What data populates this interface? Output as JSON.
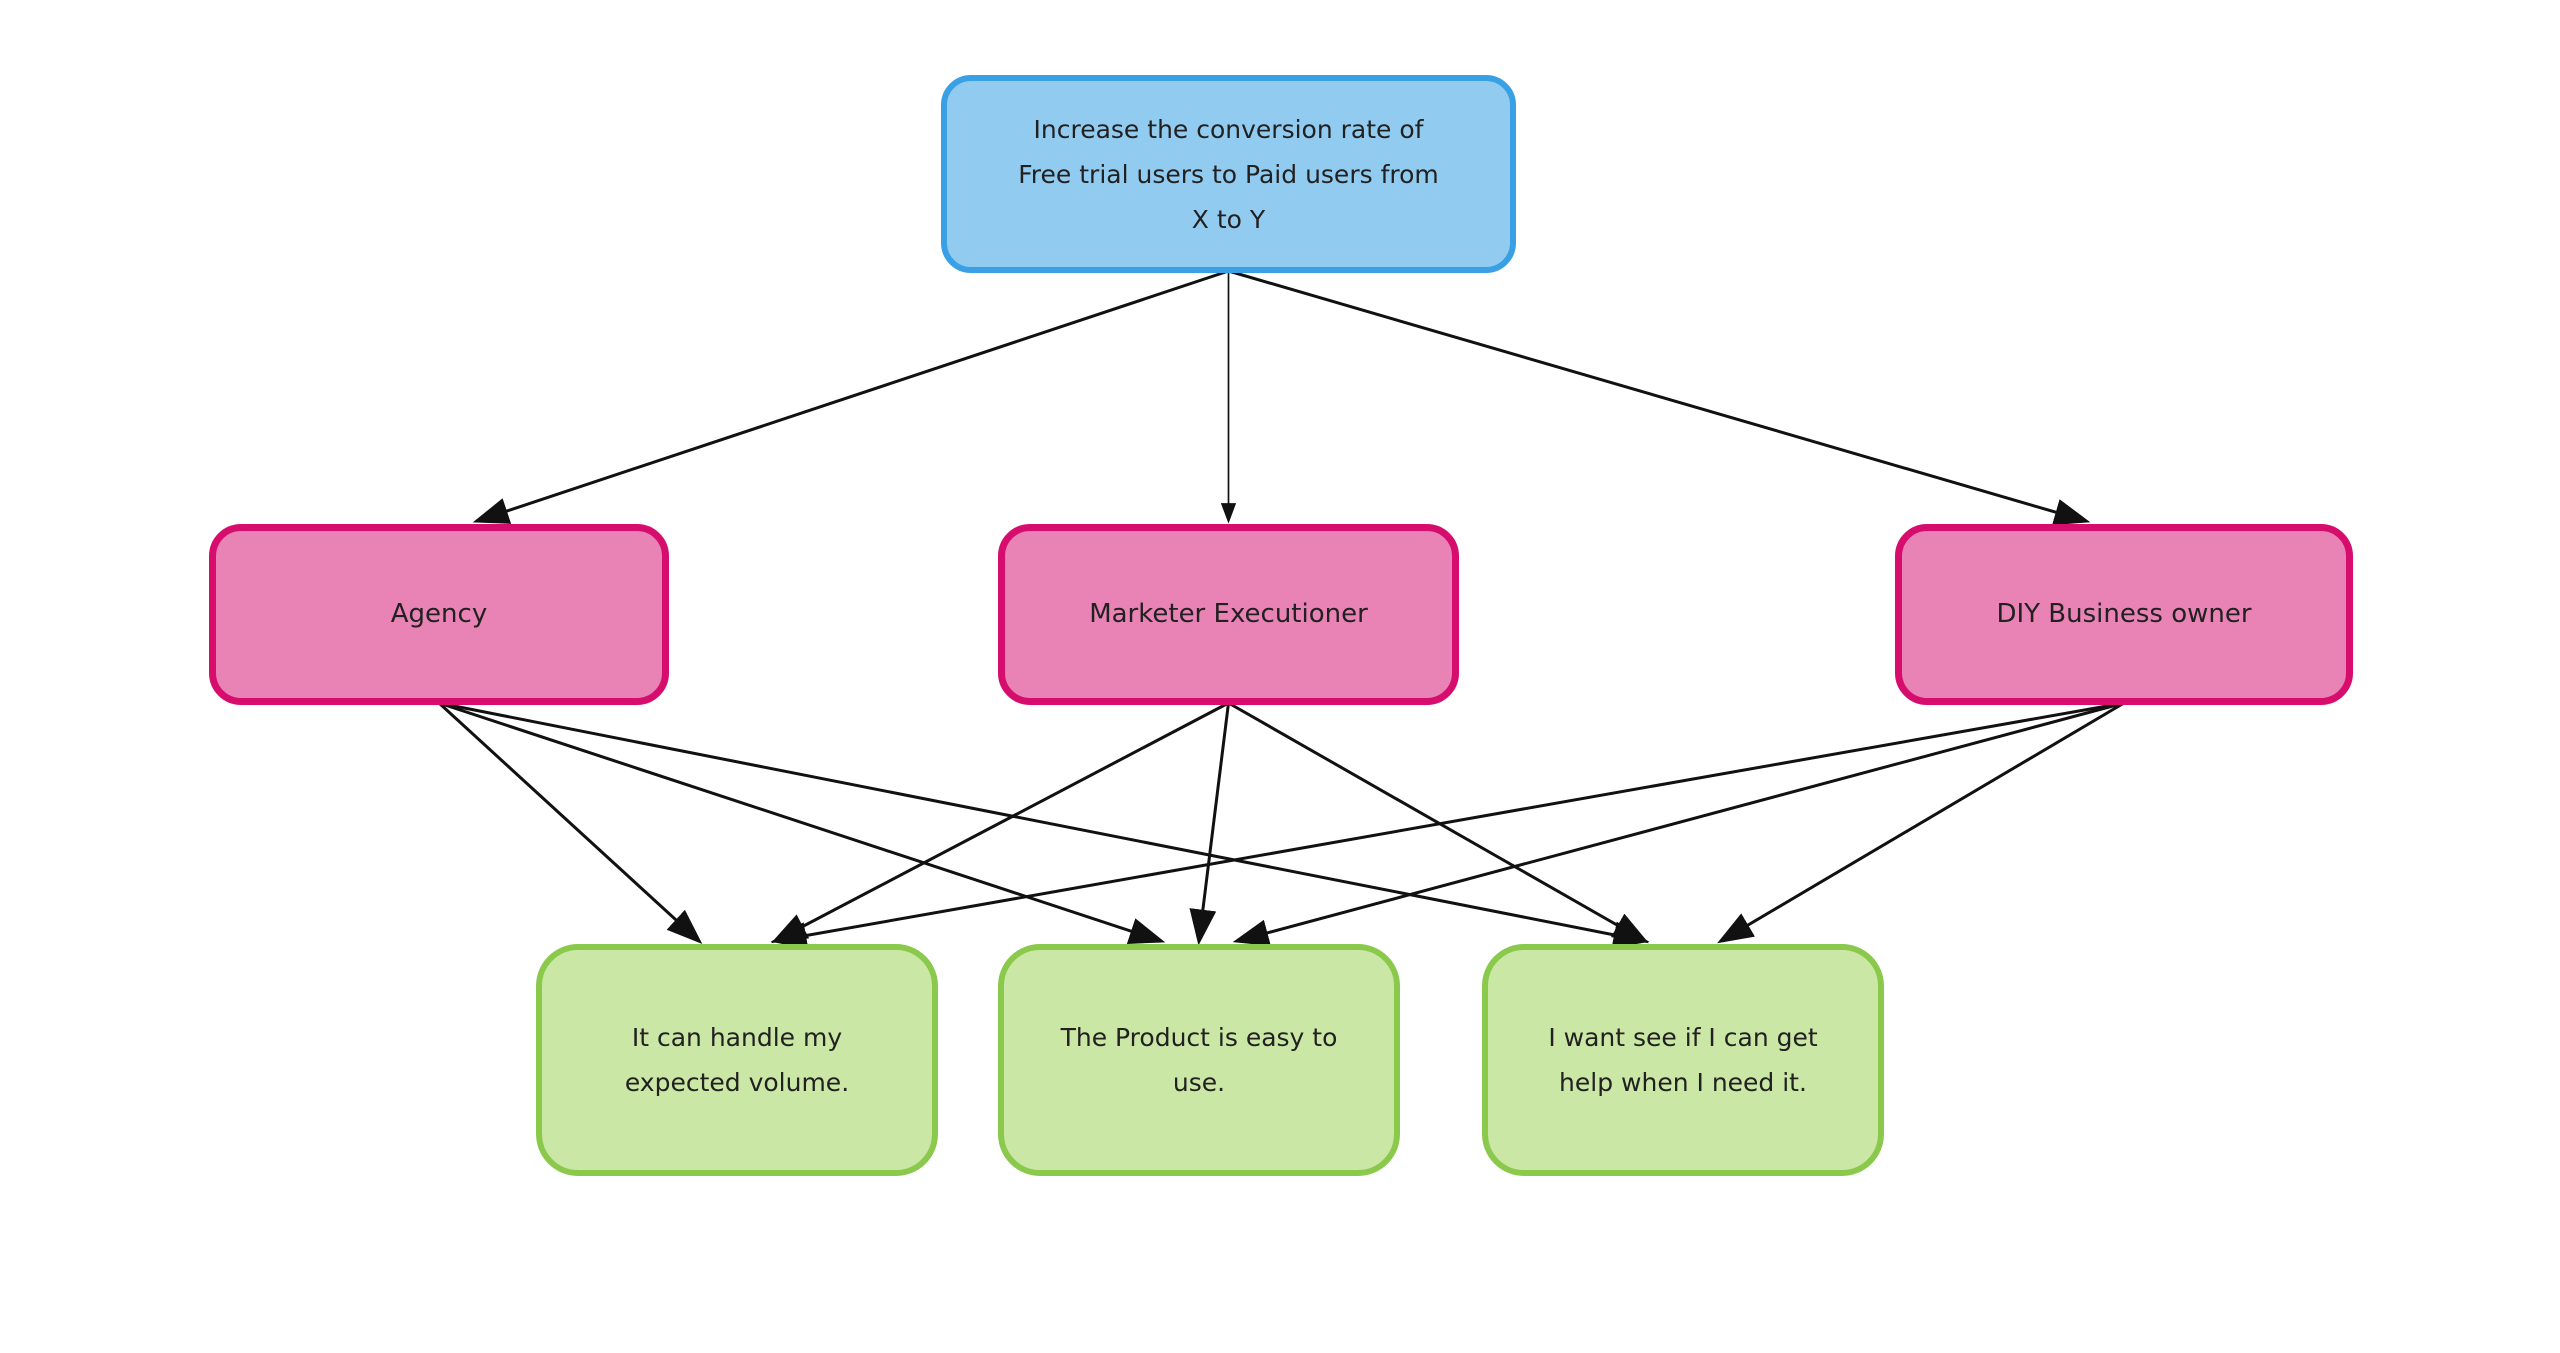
{
  "diagram": {
    "type": "flowchart",
    "background": "#ffffff",
    "arrow_color": "#111111",
    "nodes": {
      "goal": {
        "label": "Increase the conversion rate of\nFree trial users to Paid users from\nX to Y",
        "fill": "#92cbf0",
        "border": "#39a0e5"
      },
      "persona_agency": {
        "label": "Agency",
        "fill": "#e983b5",
        "border": "#d60d6d"
      },
      "persona_marketer": {
        "label": "Marketer Executioner",
        "fill": "#e983b5",
        "border": "#d60d6d"
      },
      "persona_diy": {
        "label": "DIY Business owner",
        "fill": "#e983b5",
        "border": "#d60d6d"
      },
      "need_volume": {
        "label": "It can handle my\nexpected volume.",
        "fill": "#cbe7a5",
        "border": "#8bc94c"
      },
      "need_easy": {
        "label": "The Product is easy to\nuse.",
        "fill": "#cbe7a5",
        "border": "#8bc94c"
      },
      "need_help": {
        "label": "I want see if I can get\nhelp when I need it.",
        "fill": "#cbe7a5",
        "border": "#8bc94c"
      }
    },
    "edges": [
      {
        "from": "goal",
        "to": "persona_agency",
        "thin": false
      },
      {
        "from": "goal",
        "to": "persona_marketer",
        "thin": true
      },
      {
        "from": "goal",
        "to": "persona_diy",
        "thin": false
      },
      {
        "from": "persona_agency",
        "to": "need_volume",
        "thin": false
      },
      {
        "from": "persona_agency",
        "to": "need_easy",
        "thin": false
      },
      {
        "from": "persona_agency",
        "to": "need_help",
        "thin": false
      },
      {
        "from": "persona_marketer",
        "to": "need_volume",
        "thin": false
      },
      {
        "from": "persona_marketer",
        "to": "need_easy",
        "thin": false
      },
      {
        "from": "persona_marketer",
        "to": "need_help",
        "thin": false
      },
      {
        "from": "persona_diy",
        "to": "need_volume",
        "thin": false
      },
      {
        "from": "persona_diy",
        "to": "need_easy",
        "thin": false
      },
      {
        "from": "persona_diy",
        "to": "need_help",
        "thin": false
      }
    ]
  }
}
